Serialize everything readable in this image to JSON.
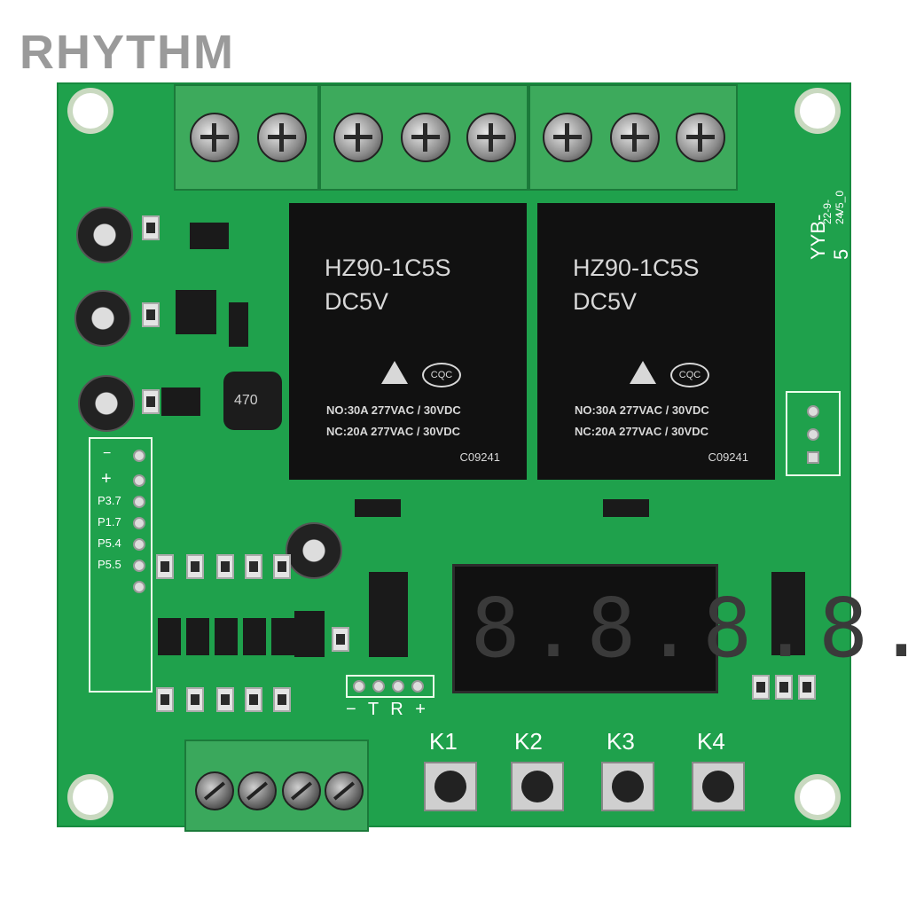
{
  "watermark": "RHYTHM",
  "board": {
    "id_label": "YYB-5",
    "date_label": "22-9-24",
    "version_label": "V5_0",
    "relays": [
      {
        "model": "HZ90-1C5S",
        "dc": "DC5V",
        "no_spec": "NO:30A 277VAC / 30VDC",
        "nc_spec": "NC:20A 277VAC / 30VDC",
        "code": "C09241",
        "cert": "CQC"
      },
      {
        "model": "HZ90-1C5S",
        "dc": "DC5V",
        "no_spec": "NO:30A 277VAC / 30VDC",
        "nc_spec": "NC:20A 277VAC / 30VDC",
        "code": "C09241",
        "cert": "CQC"
      }
    ],
    "inductor_label": "470",
    "header_pins": [
      "−",
      "+",
      "P3.7",
      "P1.7",
      "P5.4",
      "P5.5"
    ],
    "serial_pins": "− T R +",
    "display_digits": "8.8.8.8.",
    "buttons": [
      "K1",
      "K2",
      "K3",
      "K4"
    ]
  }
}
